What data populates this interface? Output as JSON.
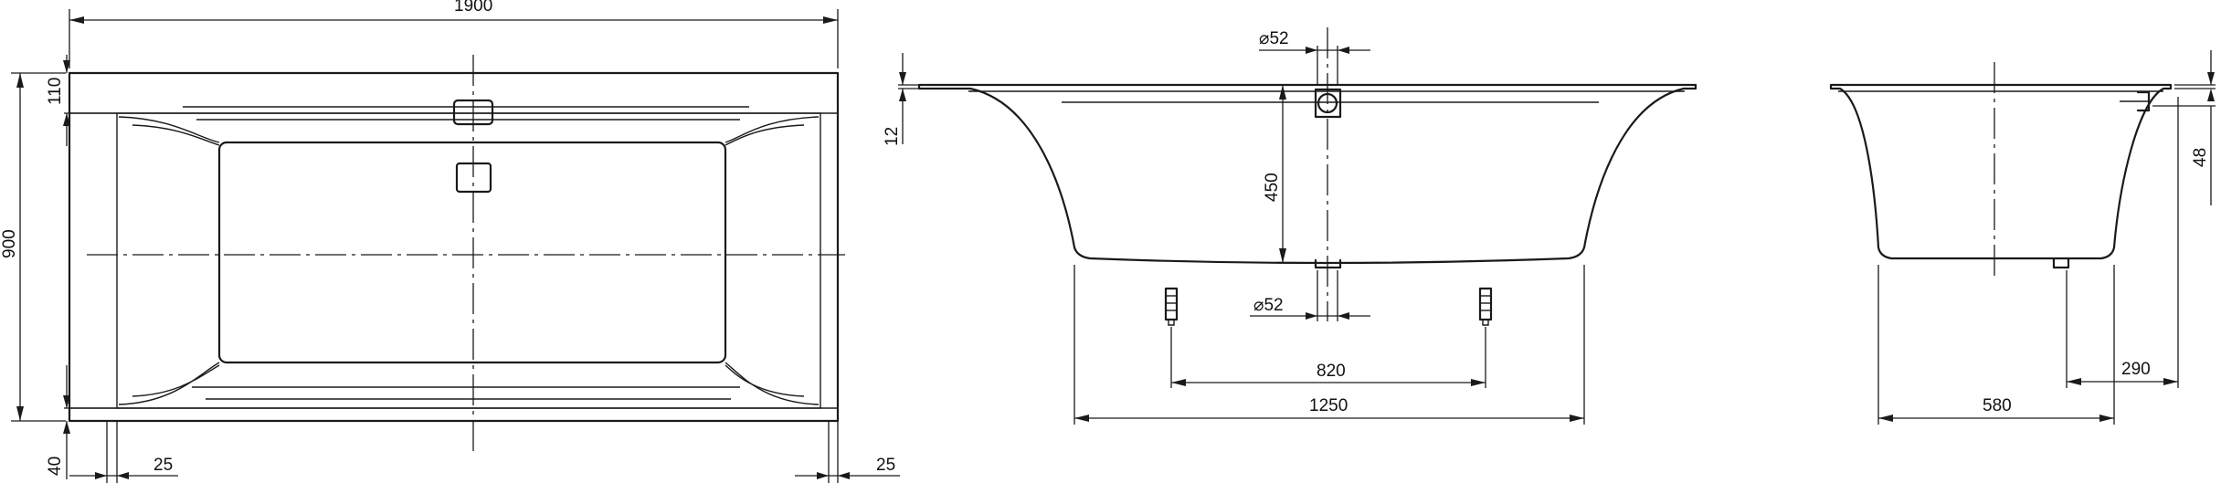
{
  "drawings": {
    "top_view": {
      "length": "1900",
      "width": "900",
      "rim_top": "110",
      "rim_bottom": "40",
      "margin_left": "25",
      "margin_right": "25"
    },
    "front_view": {
      "rim_thickness": "12",
      "drain_top": "⌀52",
      "drain_bottom": "⌀52",
      "depth": "450",
      "feet_spacing": "820",
      "base_length": "1250"
    },
    "side_view": {
      "rim_height": "48",
      "drain_offset": "290",
      "base_width": "580"
    }
  },
  "colors": {
    "line": "#1a1a1a",
    "background": "#ffffff"
  }
}
